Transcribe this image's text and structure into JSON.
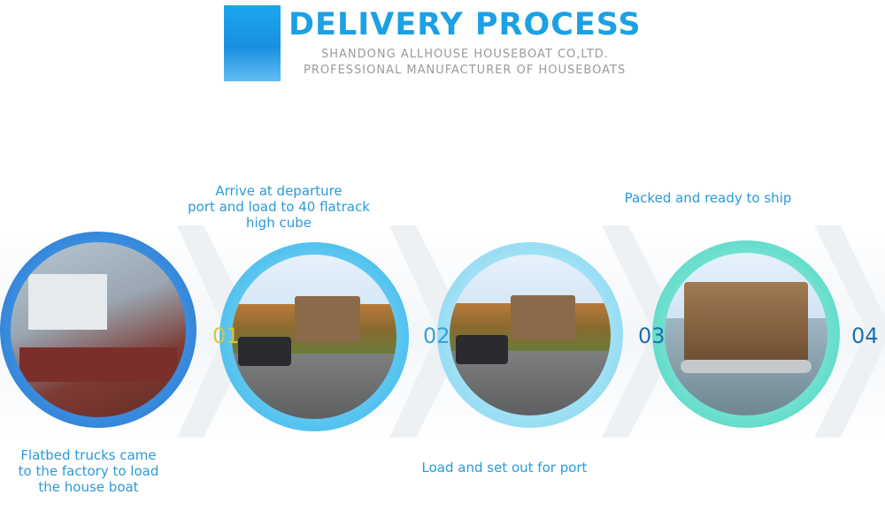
{
  "header": {
    "title": "DELIVERY PROCESS",
    "subtitle_line1": "SHANDONG ALLHOUSE HOUSEBOAT CO,LTD.",
    "subtitle_line2": "PROFESSIONAL MANUFACTURER OF HOUSEBOATS",
    "accent_color": "#1ba1e4"
  },
  "steps": [
    {
      "number": "",
      "caption": "Flatbed trucks came\nto the factory to load\nthe house boat"
    },
    {
      "number": "01",
      "caption": "Arrive at departure\nport and load to 40 flatrack\nhigh cube"
    },
    {
      "number": "02",
      "caption": "Load and set out for port"
    },
    {
      "number": "03",
      "caption": "Packed and ready to ship"
    },
    {
      "number": "04",
      "caption": ""
    }
  ]
}
